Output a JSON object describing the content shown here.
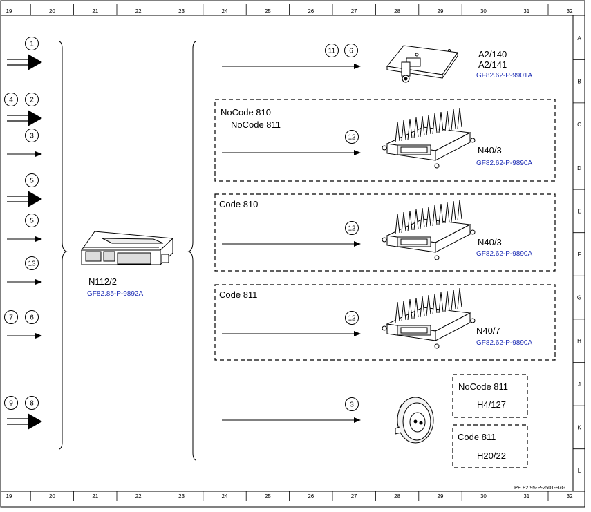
{
  "ruler": {
    "columns": [
      "19",
      "20",
      "21",
      "22",
      "23",
      "24",
      "25",
      "26",
      "27",
      "28",
      "29",
      "30",
      "31",
      "32"
    ],
    "rows": [
      "A",
      "B",
      "C",
      "D",
      "E",
      "F",
      "G",
      "H",
      "J",
      "K",
      "L"
    ]
  },
  "inputs": [
    {
      "ids": [
        "1"
      ],
      "arrow": "thick"
    },
    {
      "ids": [
        "4",
        "2"
      ],
      "arrow": "thick"
    },
    {
      "ids": [
        "3"
      ],
      "arrow": "thin"
    },
    {
      "ids": [
        "5"
      ],
      "arrow": "thick"
    },
    {
      "ids": [
        "5"
      ],
      "arrow": "thin"
    },
    {
      "ids": [
        "13"
      ],
      "arrow": "thin"
    },
    {
      "ids": [
        "7",
        "6"
      ],
      "arrow": "thin"
    },
    {
      "ids": [
        "9",
        "8"
      ],
      "arrow": "thick"
    }
  ],
  "control_unit": {
    "code": "N112/2",
    "ref": "GF82.85-P-9892A"
  },
  "outputs": [
    {
      "ids": [
        "11",
        "6"
      ],
      "codes": [],
      "components": [
        "A2/140",
        "A2/141"
      ],
      "ref": "GF82.62-P-9901A"
    },
    {
      "ids": [
        "12"
      ],
      "codes": [
        "NoCode 810",
        "NoCode 811"
      ],
      "components": [
        "N40/3"
      ],
      "ref": "GF82.62-P-9890A"
    },
    {
      "ids": [
        "12"
      ],
      "codes": [
        "Code 810"
      ],
      "components": [
        "N40/3"
      ],
      "ref": "GF82.62-P-9890A"
    },
    {
      "ids": [
        "12"
      ],
      "codes": [
        "Code 811"
      ],
      "components": [
        "N40/7"
      ],
      "ref": "GF82.62-P-9890A"
    },
    {
      "ids": [
        "3"
      ],
      "codes": [],
      "components": [],
      "ref": ""
    }
  ],
  "horn_options": [
    {
      "code": "NoCode 811",
      "component": "H4/127"
    },
    {
      "code": "Code 811",
      "component": "H20/22"
    }
  ],
  "doc_id": "PE 82.95-P-2501-97G"
}
